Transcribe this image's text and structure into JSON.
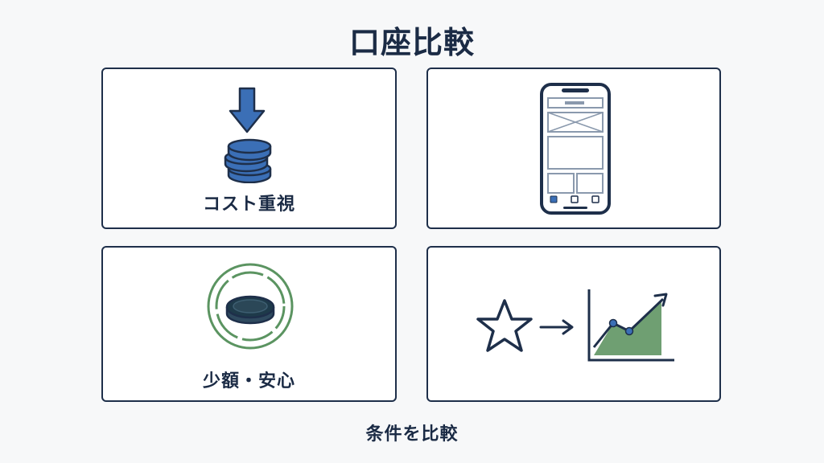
{
  "title": "口座比較",
  "cards": [
    {
      "label": "コスト重視",
      "icon": "coin-stack-down-arrow-icon"
    },
    {
      "label": "",
      "icon": "smartphone-app-icon"
    },
    {
      "label": "少額・安心",
      "icon": "safe-coin-icon"
    },
    {
      "label": "",
      "icon": "star-to-growth-chart-icon"
    }
  ],
  "footer": "条件を比較",
  "colors": {
    "navy": "#1e2f4a",
    "blue": "#3b6fb6",
    "green": "#5b9461",
    "light_green": "#6f9f72"
  }
}
